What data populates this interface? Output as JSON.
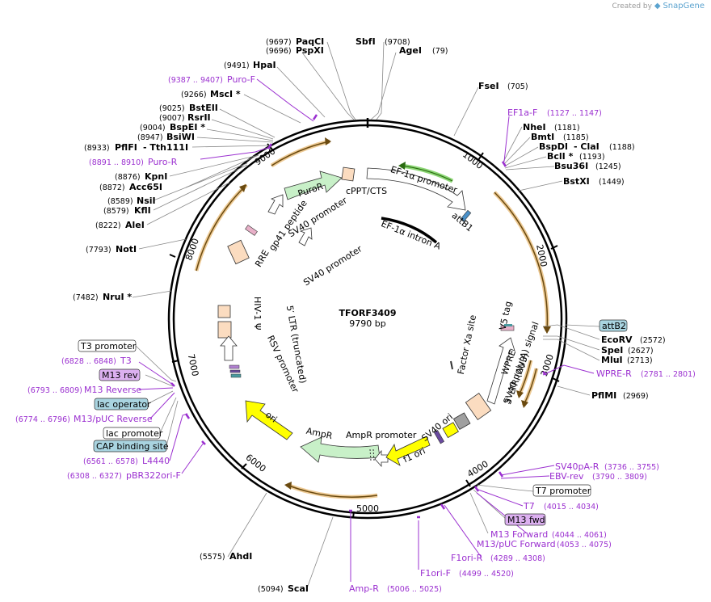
{
  "credit": {
    "created_by": "Created by",
    "brand": "SnapGene"
  },
  "plasmid": {
    "name": "TFORF3409",
    "size": "9790 bp"
  },
  "ticks": [
    "1000",
    "2000",
    "3000",
    "4000",
    "5000",
    "6000",
    "7000",
    "8000",
    "9000"
  ],
  "sites": {
    "paqci": {
      "pos": "(9697)",
      "name": "PaqCI"
    },
    "sbfi": {
      "name": "SbfI",
      "pos": "(9708)"
    },
    "pspxi": {
      "pos": "(9696)",
      "name": "PspXI"
    },
    "agei": {
      "name": "AgeI",
      "pos": "(79)"
    },
    "hpai": {
      "pos": "(9491)",
      "name": "HpaI"
    },
    "fsei": {
      "name": "FseI",
      "pos": "(705)"
    },
    "msci": {
      "pos": "(9266)",
      "name": "MscI *"
    },
    "bsteii": {
      "pos": "(9025)",
      "name": "BstEII"
    },
    "rsrii": {
      "pos": "(9007)",
      "name": "RsrII"
    },
    "bspei": {
      "pos": "(9004)",
      "name": "BspEI *"
    },
    "bsiwi": {
      "pos": "(8947)",
      "name": "BsiWI"
    },
    "pflfi": {
      "pos": "(8933)",
      "name": "PflFI",
      "alias": "- Tth111I"
    },
    "nhei": {
      "name": "NheI",
      "pos": "(1181)"
    },
    "bmti": {
      "name": "BmtI",
      "pos": "(1185)"
    },
    "bspdi": {
      "name": "BspDI",
      "alias": "- ClaI",
      "pos": "(1188)"
    },
    "bcli": {
      "name": "BclI *",
      "pos": "(1193)"
    },
    "bsu36i": {
      "name": "Bsu36I",
      "pos": "(1245)"
    },
    "bstxi": {
      "name": "BstXI",
      "pos": "(1449)"
    },
    "kpni": {
      "pos": "(8876)",
      "name": "KpnI"
    },
    "acc65i": {
      "pos": "(8872)",
      "name": "Acc65I"
    },
    "nsii": {
      "pos": "(8589)",
      "name": "NsiI"
    },
    "kfli": {
      "pos": "(8579)",
      "name": "KflI"
    },
    "alei": {
      "pos": "(8222)",
      "name": "AleI"
    },
    "noti": {
      "pos": "(7793)",
      "name": "NotI"
    },
    "nrui": {
      "pos": "(7482)",
      "name": "NruI *"
    },
    "ecorv": {
      "name": "EcoRV",
      "pos": "(2572)"
    },
    "spei": {
      "name": "SpeI",
      "pos": "(2627)"
    },
    "mlui": {
      "name": "MluI",
      "pos": "(2713)"
    },
    "pflmi": {
      "name": "PflMI",
      "pos": "(2969)"
    },
    "ahdi": {
      "pos": "(5575)",
      "name": "AhdI"
    },
    "scai": {
      "pos": "(5094)",
      "name": "ScaI"
    }
  },
  "primers": {
    "puro_f": {
      "range": "(9387 .. 9407)",
      "name": "Puro-F"
    },
    "puro_r": {
      "range": "(8891 .. 8910)",
      "name": "Puro-R"
    },
    "ef1a_f": {
      "name": "EF1a-F",
      "range": "(1127 .. 1147)"
    },
    "wpre_r": {
      "name": "WPRE-R",
      "range": "(2781 .. 2801)"
    },
    "t3": {
      "range": "(6828 .. 6848)",
      "name": "T3"
    },
    "m13_reverse": {
      "range": "(6793 .. 6809)",
      "name": "M13 Reverse"
    },
    "m13_puc_reverse": {
      "range": "(6774 .. 6796)",
      "name": "M13/pUC Reverse"
    },
    "l4440": {
      "range": "(6561 .. 6578)",
      "name": "L4440"
    },
    "pbr322ori_f": {
      "range": "(6308 .. 6327)",
      "name": "pBR322ori-F"
    },
    "sv40pa_r": {
      "name": "SV40pA-R",
      "range": "(3736 .. 3755)"
    },
    "ebv_rev": {
      "name": "EBV-rev",
      "range": "(3790 .. 3809)"
    },
    "t7": {
      "name": "T7",
      "range": "(4015 .. 4034)"
    },
    "m13_forward": {
      "name": "M13 Forward",
      "range": "(4044 .. 4061)"
    },
    "m13_puc_forward": {
      "name": "M13/pUC Forward",
      "range": "(4053 .. 4075)"
    },
    "f1ori_r": {
      "name": "F1ori-R",
      "range": "(4289 .. 4308)"
    },
    "f1ori_f": {
      "name": "F1ori-F",
      "range": "(4499 .. 4520)"
    },
    "amp_r": {
      "name": "Amp-R",
      "range": "(5006 .. 5025)"
    }
  },
  "boxes": {
    "t3_promoter": "T3 promoter",
    "m13_rev": "M13 rev",
    "lac_operator": "lac operator",
    "lac_promoter": "lac promoter",
    "cap_binding_site": "CAP binding site",
    "attb2": "attB2",
    "t7_promoter": "T7 promoter",
    "m13_fwd": "M13 fwd"
  },
  "features": {
    "puror": "PuroR",
    "cppt": "cPPT/CTS",
    "ef1a_promoter": "EF-1α promoter",
    "attb1": "attB1",
    "sv40_promoter_1": "SV40 promoter",
    "sv40_promoter_2": "SV40 promoter",
    "ef1a_intron": "EF-1α intron A",
    "gp41": "gp41 peptide",
    "rre": "RRE",
    "ltr5": "5′ LTR (truncated)",
    "hiv1psi": "HIV-1 Ψ",
    "rsv_promoter": "RSV promoter",
    "v5_tag": "V5 tag",
    "factor_xa": "Factor Xa site",
    "wpre": "WPRE",
    "sv40_polya": "SV40 poly(A) signal",
    "ltr3": "3′ LTR (ΔU3)",
    "sv40_ori": "SV40 ori",
    "f1_ori": "f1 ori",
    "ampr_promoter": "AmpR promoter",
    "ampr": "AmpR",
    "ori": "ori"
  },
  "colors": {
    "primer": "#9b30d0",
    "puror": "#c8f0c8",
    "ampr": "#c8f0c8",
    "ori": "#ffff00",
    "ltr": "#fbdcc0",
    "orf_orange": "#e0a040",
    "ef1a_green": "#5bc43a",
    "box_blue": "#a9d4e0",
    "box_purple": "#dcb0f0"
  }
}
